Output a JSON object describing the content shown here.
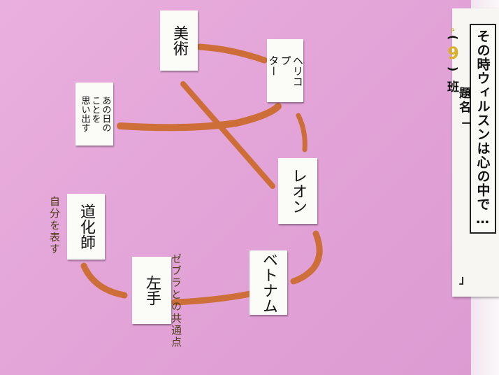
{
  "title_sheet": {
    "title": "その時ウィルスンは心の中で…",
    "group_prefix_small": "P",
    "paren_open": "(",
    "group_number": "9",
    "paren_close": ")",
    "group_suffix": "班",
    "topic_label": "題名「",
    "topic_close": "」"
  },
  "cards": {
    "bijutsu": "美術",
    "helicopter": "ヘリコ\nプ\nター",
    "memory": "あの日の\nことを\n思い出す",
    "leon": "レオン",
    "betonamu": "ベトナム",
    "hidarite": "左手",
    "doukeshi": "道化師"
  },
  "notes": {
    "self_expression": "自分を表す",
    "zebra": "ゼブラとの共通点"
  },
  "colors": {
    "board": "#e3a4d8",
    "line": "#cc6a2c",
    "number": "#d8b028"
  }
}
